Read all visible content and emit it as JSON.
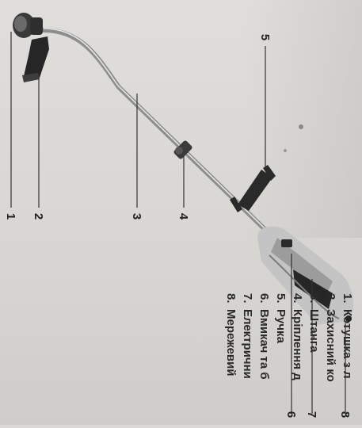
{
  "callouts": [
    "1",
    "2",
    "3",
    "4",
    "5",
    "6",
    "7",
    "8"
  ],
  "legend": [
    {
      "num": "1.",
      "text": "Котушка з л"
    },
    {
      "num": "2.",
      "text": "Захисний ко"
    },
    {
      "num": "3.",
      "text": "Штанга"
    },
    {
      "num": "4.",
      "text": "Кріплення д"
    },
    {
      "num": "5.",
      "text": "Ручка"
    },
    {
      "num": "6.",
      "text": "Вмикач та б"
    },
    {
      "num": "7.",
      "text": "Електрични"
    },
    {
      "num": "8.",
      "text": "Мережевий"
    }
  ],
  "colors": {
    "paper": "#dcdad6",
    "ink": "#222222",
    "shaft": "#9a9a9a",
    "dark_part": "#2b2b2b",
    "housing": "#b8b8b8"
  }
}
